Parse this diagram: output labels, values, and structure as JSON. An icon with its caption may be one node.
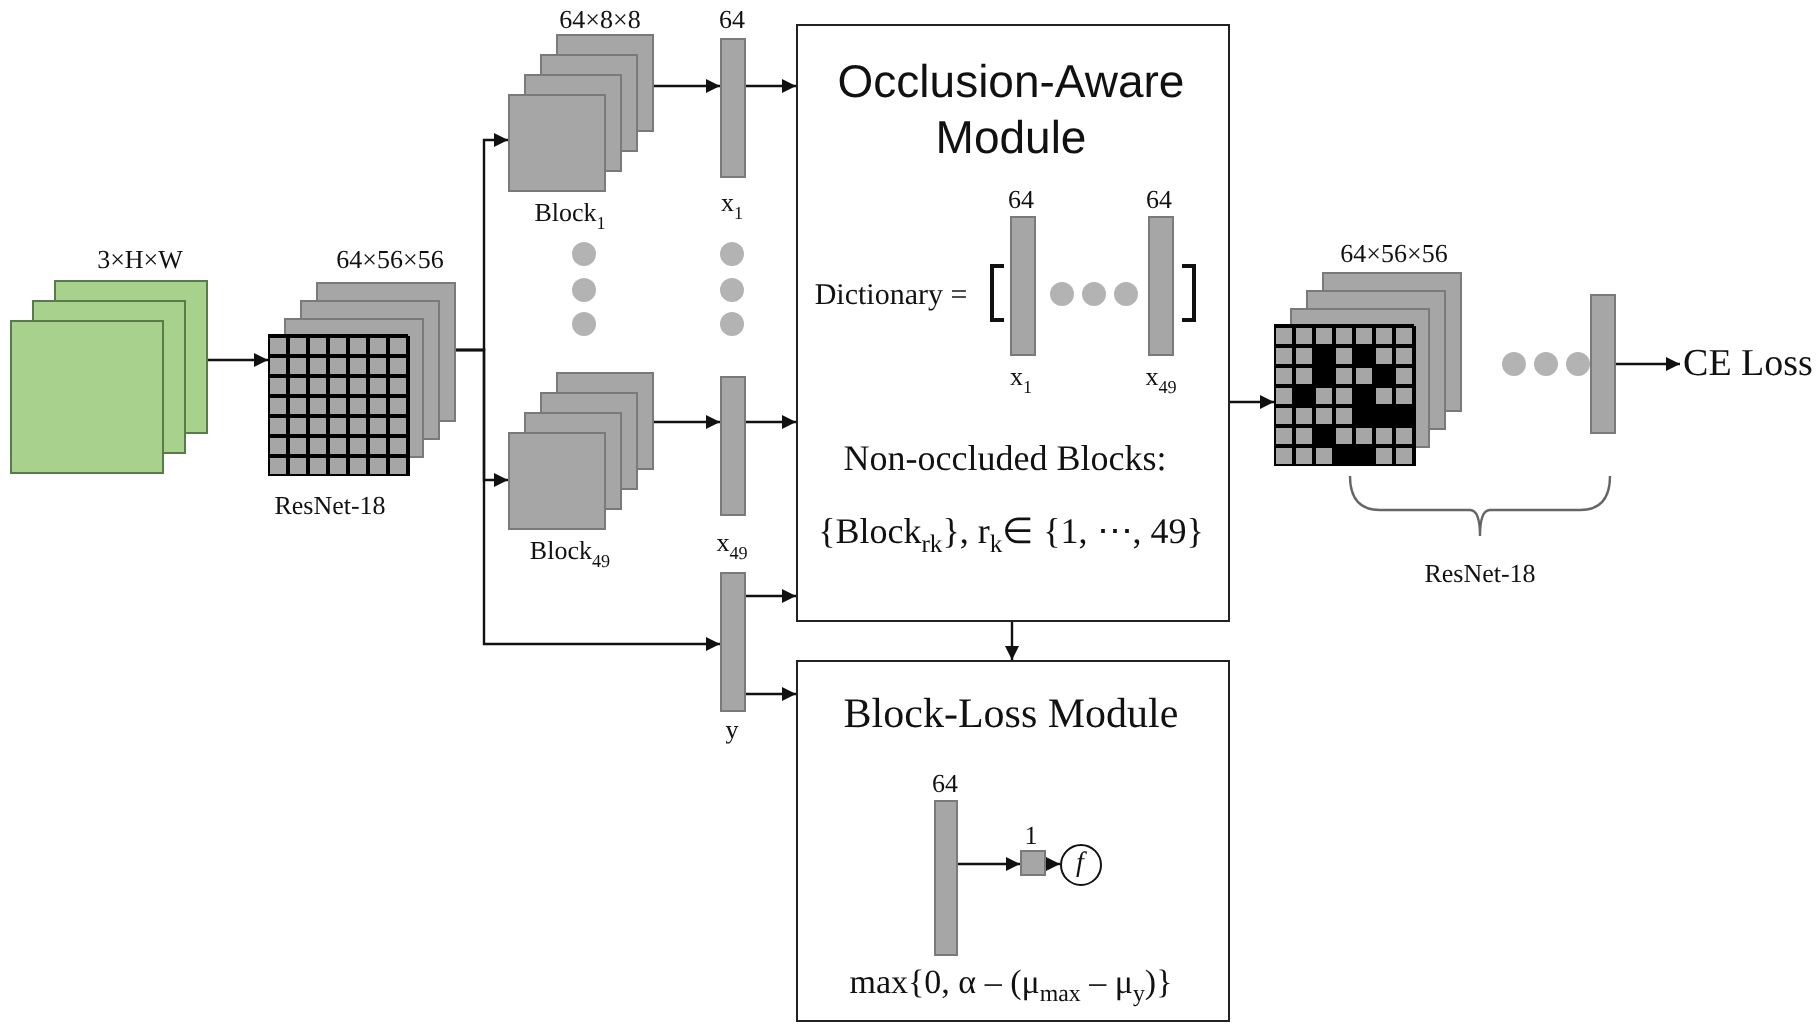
{
  "diagram": {
    "nodes": [
      {
        "text": [
          "3×H×W"
        ]
      },
      {
        "text": [
          "64×56×56",
          "ResNet-18"
        ]
      },
      {
        "text": [
          "64×8×8",
          "Block$_{1}$"
        ]
      },
      {
        "text": [
          "Block$_{49}$"
        ]
      },
      {
        "text": [
          "64",
          "x$_{1}$"
        ]
      },
      {
        "text": [
          "x$_{49}$"
        ]
      },
      {
        "text": [
          "y"
        ]
      },
      {
        "text": [
          "Occlusion-Aware Module",
          "Dictionary =",
          "Non-occluded Blocks:",
          "{Block$_{rk}$}, r$_{k}$∈ {1, ⋯, 49}"
        ]
      },
      {
        "text": [
          "64",
          "x$_{1}$"
        ],
        "in": 7
      },
      {
        "text": [
          "64",
          "x$_{49}$"
        ],
        "in": 7
      },
      {
        "text": [
          "Block-Loss Module",
          "max{0, α – (μ$_{max}$ – μ$_{y}$)}"
        ]
      },
      {
        "text": [
          "64"
        ],
        "in": 10
      },
      {
        "text": [
          "1"
        ],
        "in": 10
      },
      {
        "text": [
          "f"
        ],
        "in": 10
      },
      {
        "text": [
          "64×56×56"
        ]
      },
      {
        "text": [],
        "shape": "bar"
      },
      {
        "text": [
          "CE Loss"
        ]
      }
    ],
    "edges": [
      {
        "from": 0,
        "to": 1,
        "arrow": "to"
      },
      {
        "from": 1,
        "to": 2,
        "arrow": "to"
      },
      {
        "from": 1,
        "to": 3,
        "arrow": "to"
      },
      {
        "from": 1,
        "to": 6,
        "arrow": "to"
      },
      {
        "from": 2,
        "to": 4,
        "arrow": "to"
      },
      {
        "from": 3,
        "to": 5,
        "arrow": "to"
      },
      {
        "from": 4,
        "to": 7,
        "arrow": "to"
      },
      {
        "from": 5,
        "to": 7,
        "arrow": "to"
      },
      {
        "from": 6,
        "to": 7,
        "arrow": "to"
      },
      {
        "from": 6,
        "to": 10,
        "arrow": "to"
      },
      {
        "from": 7,
        "to": 10,
        "arrow": "to"
      },
      {
        "from": 7,
        "to": 14,
        "arrow": "to"
      },
      {
        "from": 11,
        "to": 12,
        "arrow": "to"
      },
      {
        "from": 12,
        "to": 13,
        "arrow": "to"
      },
      {
        "from": 15,
        "to": 16,
        "arrow": "to"
      }
    ],
    "labels": [
      "ResNet-18"
    ]
  }
}
